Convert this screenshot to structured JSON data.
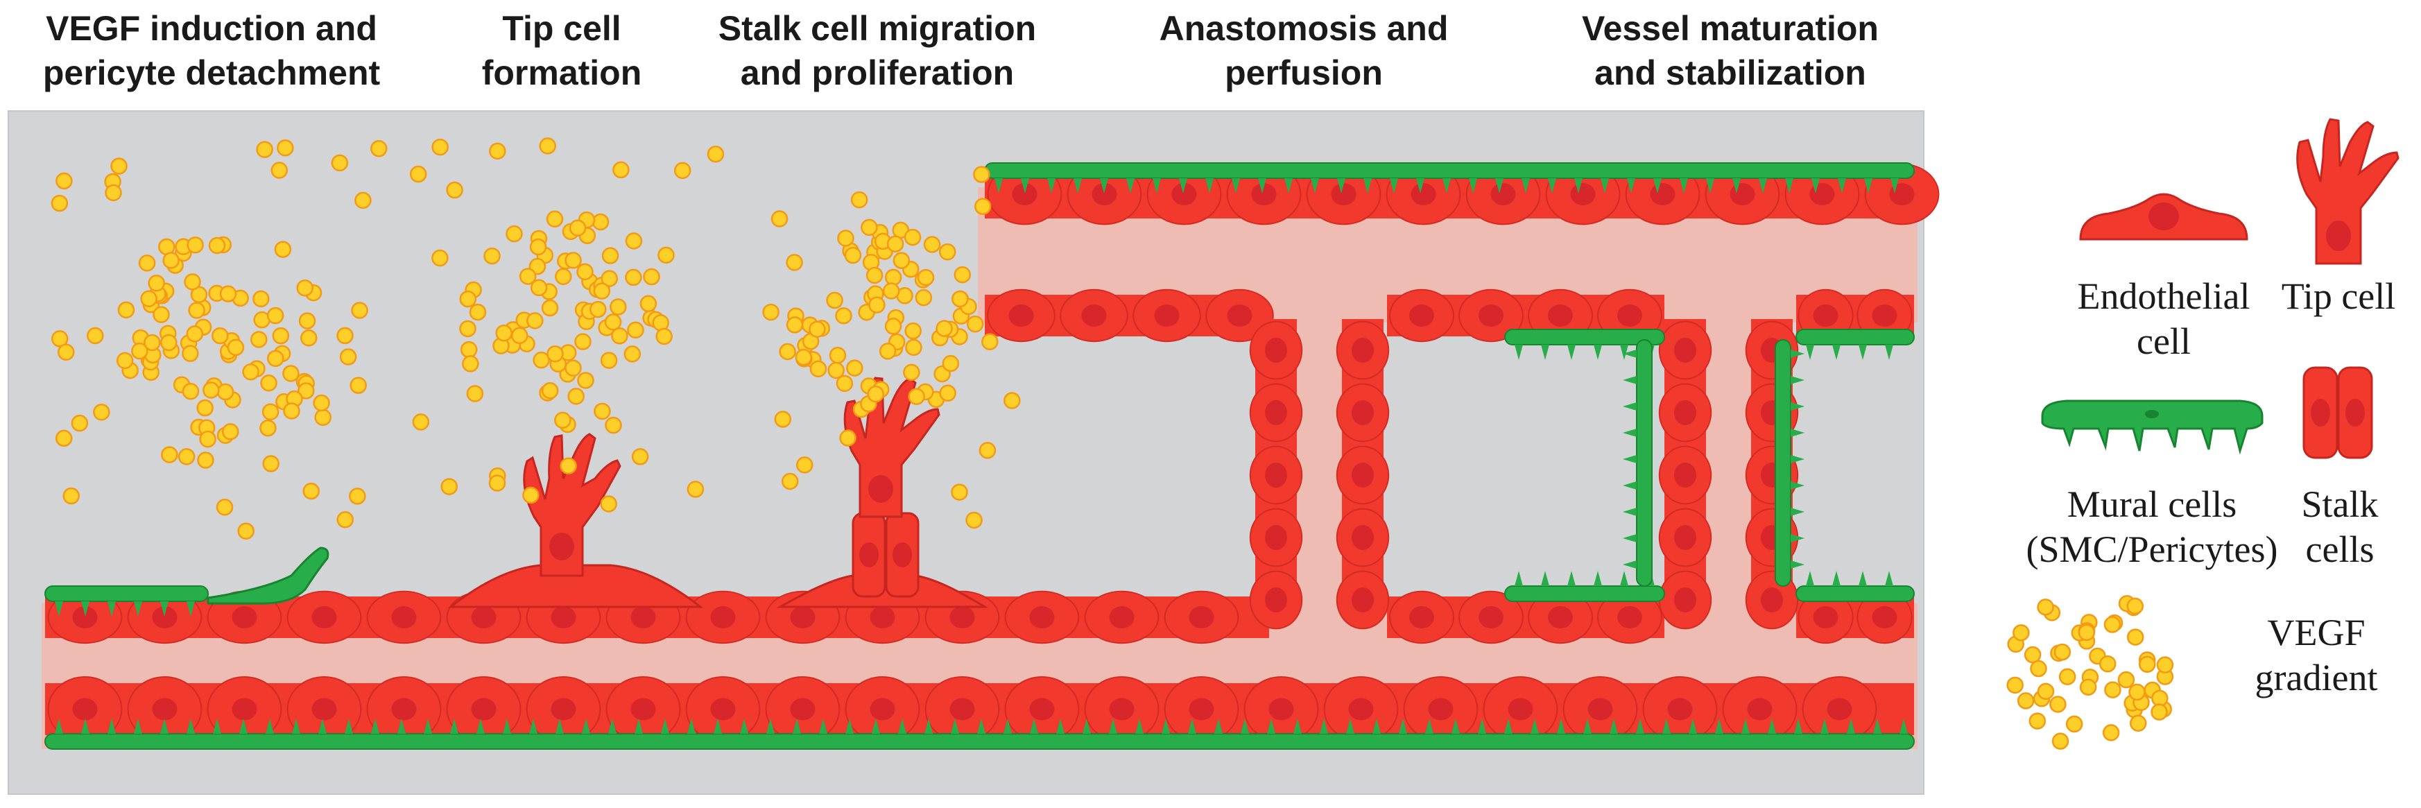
{
  "stages": [
    {
      "line1": "VEGF induction and",
      "line2": "pericyte detachment"
    },
    {
      "line1": "Tip cell",
      "line2": "formation"
    },
    {
      "line1": "Stalk cell migration",
      "line2": "and proliferation"
    },
    {
      "line1": "Anastomosis and",
      "line2": "perfusion"
    },
    {
      "line1": "Vessel maturation",
      "line2": "and stabilization"
    }
  ],
  "legend": {
    "endothelial": {
      "line1": "Endothelial",
      "line2": "cell"
    },
    "tip": {
      "line1": "Tip cell"
    },
    "mural": {
      "line1": "Mural cells",
      "line2": "(SMC/Pericytes)"
    },
    "stalk": {
      "line1": "Stalk",
      "line2": "cells"
    },
    "vegf": {
      "line1": "VEGF",
      "line2": "gradient"
    }
  },
  "colors": {
    "background_panel": "#d3d4d6",
    "vessel_lumen": "#eebcb2",
    "endothelial": "#f2392d",
    "endothelial_dark": "#d42a22",
    "nucleus": "#d8262a",
    "mural": "#27ae4a",
    "mural_dark": "#18842f",
    "vegf_fill": "#ffcf29",
    "vegf_stroke": "#f29a14"
  }
}
